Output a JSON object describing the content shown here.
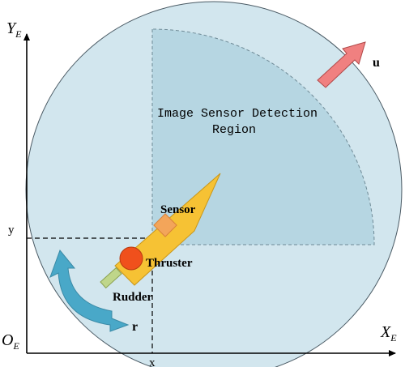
{
  "axes": {
    "y_axis_label": "Y",
    "y_axis_subscript": "E",
    "x_axis_label": "X",
    "x_axis_subscript": "E",
    "origin_label": "O",
    "origin_subscript": "E",
    "x_tick_label": "x",
    "y_tick_label": "y"
  },
  "region": {
    "label_line1": "Image Sensor Detection",
    "label_line2": "Region"
  },
  "vessel": {
    "sensor_label": "Sensor",
    "thruster_label": "Thruster",
    "rudder_label": "Rudder"
  },
  "motion": {
    "surge_label": "u",
    "yaw_label": "r"
  },
  "colors": {
    "circle_fill": "#d2e6ee",
    "circle_stroke": "#4a5a64",
    "sector_fill": "#b6d6e2",
    "boat_fill": "#f6c234",
    "boat_stroke": "#c8961a",
    "sensor_fill": "#f3a55a",
    "thruster_fill": "#f0501c",
    "rudder_fill": "#bfd68a",
    "surge_arrow": "#f08080",
    "yaw_arrow": "#49a8c8",
    "axis_color": "#000000"
  }
}
